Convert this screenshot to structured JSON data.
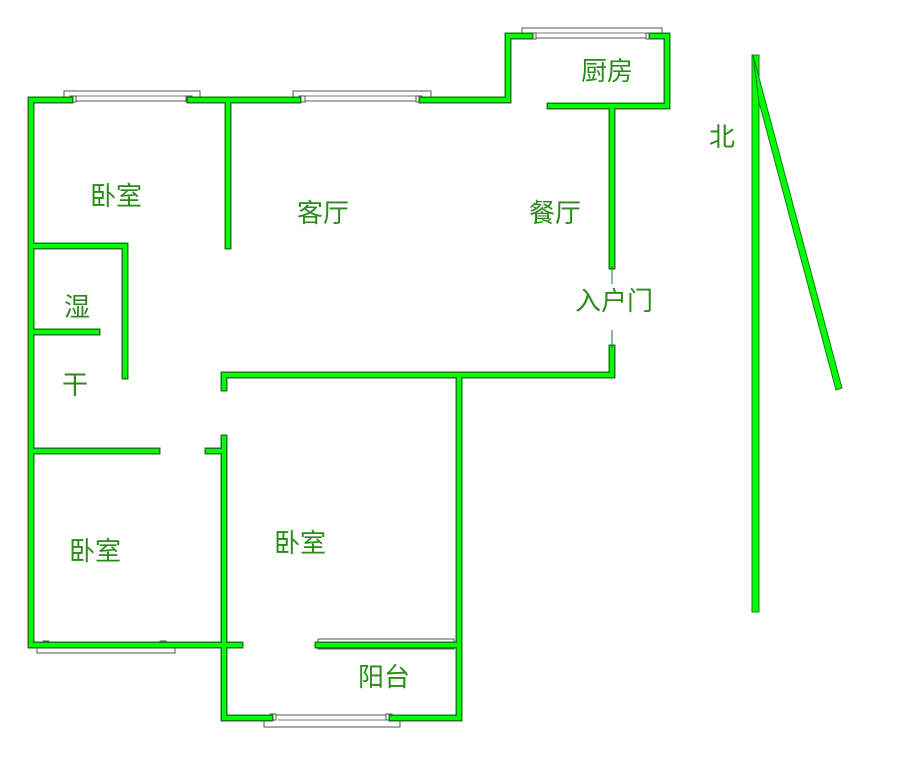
{
  "colors": {
    "wall_fill": "#00ff00",
    "wall_edge": "#1a7a1a",
    "label_text": "#2a8a1a",
    "window_frame": "#555555",
    "background": "#ffffff"
  },
  "rooms": {
    "bedroom_top_left": "卧室",
    "living_room": "客厅",
    "dining_room": "餐厅",
    "kitchen": "厨房",
    "wet_area": "湿",
    "dry_area": "干",
    "entrance_door": "入户门",
    "bedroom_bottom_left": "卧室",
    "bedroom_bottom_middle": "卧室",
    "balcony": "阳台"
  },
  "compass": {
    "label": "北",
    "icon": "north-arrow-icon"
  }
}
